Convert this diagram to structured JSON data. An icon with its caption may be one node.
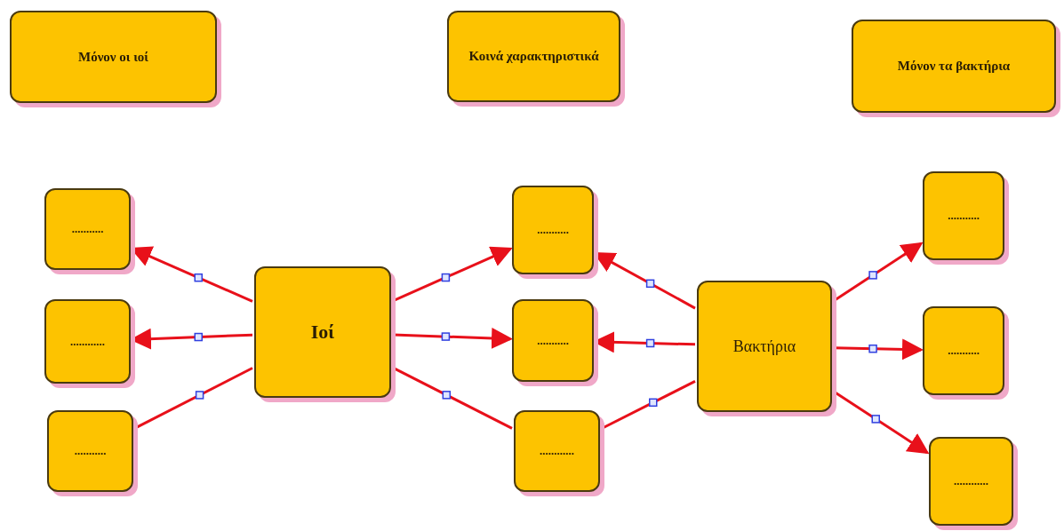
{
  "diagram": {
    "nodes": [
      {
        "text": [
          "Μόνον οι ιοί"
        ]
      },
      {
        "text": [
          "Κοινά χαρακτηριστικά"
        ]
      },
      {
        "text": [
          "Μόνον τα βακτήρια"
        ]
      },
      {
        "text": [
          "..........."
        ]
      },
      {
        "text": [
          "............"
        ]
      },
      {
        "text": [
          "..........."
        ]
      },
      {
        "text": [
          "Ιοί"
        ]
      },
      {
        "text": [
          "..........."
        ]
      },
      {
        "text": [
          "..........."
        ]
      },
      {
        "text": [
          "............"
        ]
      },
      {
        "text": [
          "Βακτήρια"
        ]
      },
      {
        "text": [
          "..........."
        ]
      },
      {
        "text": [
          "..........."
        ]
      },
      {
        "text": [
          "............"
        ]
      }
    ],
    "edges": [
      {
        "from": 6,
        "to": 3,
        "arrow": "to"
      },
      {
        "from": 6,
        "to": 4,
        "arrow": "to"
      },
      {
        "from": 6,
        "to": 5,
        "arrow": "none"
      },
      {
        "from": 6,
        "to": 7,
        "arrow": "to"
      },
      {
        "from": 6,
        "to": 8,
        "arrow": "to"
      },
      {
        "from": 6,
        "to": 9,
        "arrow": "none"
      },
      {
        "from": 10,
        "to": 7,
        "arrow": "to"
      },
      {
        "from": 10,
        "to": 8,
        "arrow": "to"
      },
      {
        "from": 10,
        "to": 9,
        "arrow": "none"
      },
      {
        "from": 10,
        "to": 11,
        "arrow": "to"
      },
      {
        "from": 10,
        "to": 12,
        "arrow": "to"
      },
      {
        "from": 10,
        "to": 13,
        "arrow": "to"
      }
    ]
  }
}
